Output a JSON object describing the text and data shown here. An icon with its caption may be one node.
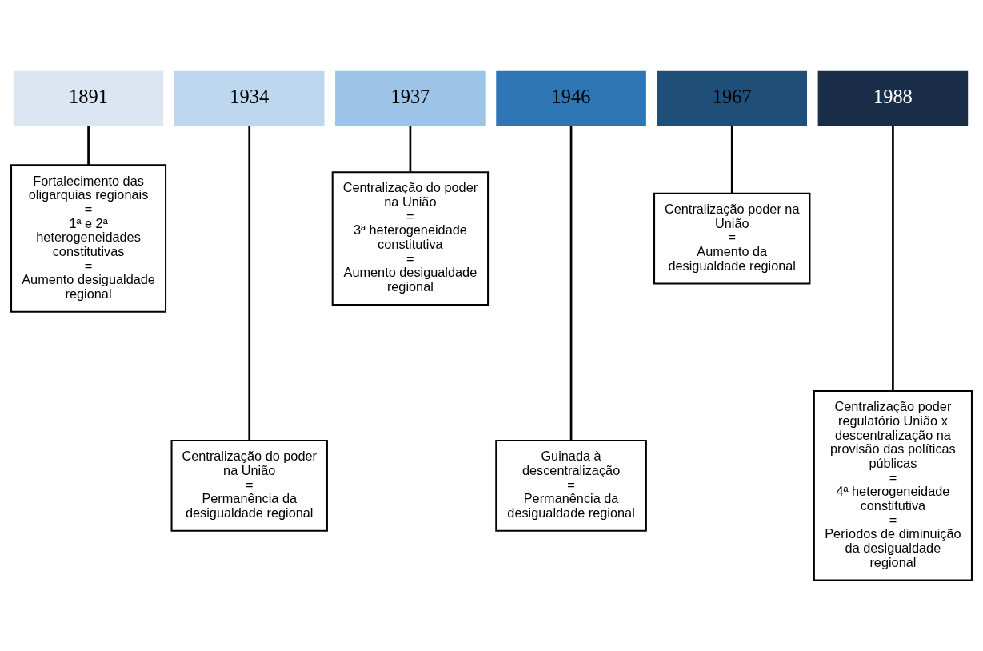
{
  "diagram": {
    "nodes": [
      {
        "text": [
          "1891"
        ]
      },
      {
        "text": [
          "1934"
        ]
      },
      {
        "text": [
          "1937"
        ]
      },
      {
        "text": [
          "1946"
        ]
      },
      {
        "text": [
          "1967"
        ]
      },
      {
        "text": [
          "1988"
        ]
      },
      {
        "text": [
          "Fortalecimento das oligarquias regionais",
          "=",
          "1ª e 2ª heterogeneidades constitutivas",
          "=",
          "Aumento desigualdade regional"
        ]
      },
      {
        "text": [
          "Centralização do poder na União",
          "=",
          "Permanência da desigualdade regional"
        ]
      },
      {
        "text": [
          "Centralização do poder na União",
          "=",
          "3ª heterogeneidade constitutiva",
          "=",
          "Aumento desigualdade regional"
        ]
      },
      {
        "text": [
          "Guinada à descentralização",
          "=",
          "Permanência da desigualdade regional"
        ]
      },
      {
        "text": [
          "Centralização poder na União",
          "=",
          "Aumento da desigualdade regional"
        ]
      },
      {
        "text": [
          "Centralização poder regulatório União x descentralização na provisão das políticas públicas",
          "=",
          "4ª heterogeneidade constitutiva",
          "=",
          "Períodos de diminuição da desigualdade regional"
        ]
      }
    ],
    "edges": [
      {
        "from": 0,
        "to": 6,
        "arrow": "none"
      },
      {
        "from": 1,
        "to": 7,
        "arrow": "none"
      },
      {
        "from": 2,
        "to": 8,
        "arrow": "none"
      },
      {
        "from": 3,
        "to": 9,
        "arrow": "none"
      },
      {
        "from": 4,
        "to": 10,
        "arrow": "none"
      },
      {
        "from": 5,
        "to": 11,
        "arrow": "none"
      }
    ]
  }
}
